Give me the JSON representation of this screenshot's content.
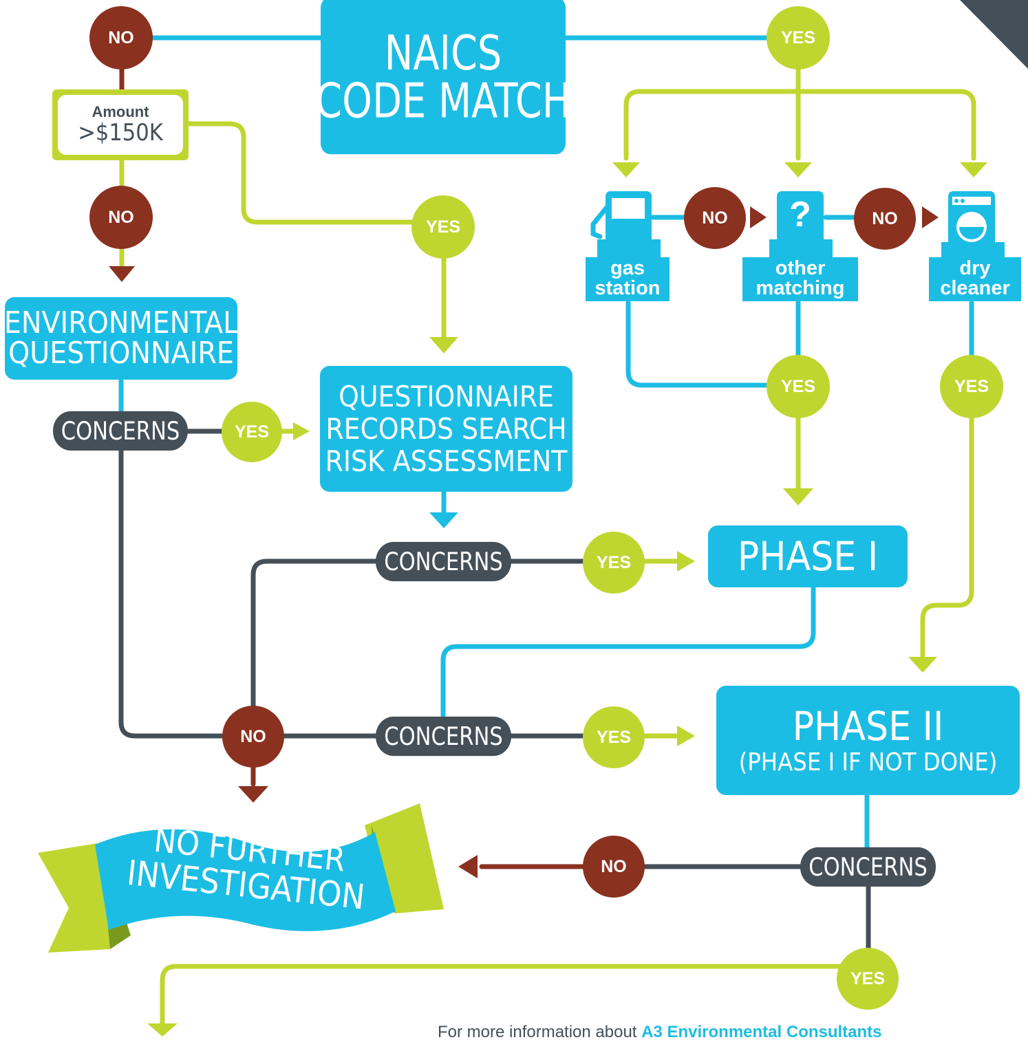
{
  "colors": {
    "blue": "#1cbde4",
    "green": "#c0d630",
    "brown": "#8a3120",
    "slate": "#444f58"
  },
  "boxes": {
    "naics_line1": "NAICS",
    "naics_line2": "CODE MATCH",
    "env_q_line1": "ENVIRONMENTAL",
    "env_q_line2": "QUESTIONNAIRE",
    "qrr_line1": "QUESTIONNAIRE",
    "qrr_line2": "RECORDS SEARCH",
    "qrr_line3": "RISK ASSESSMENT",
    "phase1": "PHASE I",
    "phase2_line1": "PHASE II",
    "phase2_line2": "(PHASE I IF NOT DONE)"
  },
  "amount": {
    "label": "Amount",
    "value": ">$150K"
  },
  "icons": {
    "gas_station_line1": "gas",
    "gas_station_line2": "station",
    "other_line1": "other",
    "other_line2": "matching",
    "other_symbol": "?",
    "dry_line1": "dry",
    "dry_line2": "cleaner",
    "gas_icon": "gas-pump-icon",
    "other_icon": "question-mark-icon",
    "dry_icon": "washing-machine-icon"
  },
  "decisions": {
    "concerns": "CONCERNS",
    "yes": "YES",
    "no": "NO"
  },
  "ribbon": {
    "line1": "NO FURTHER",
    "line2": "INVESTIGATION"
  },
  "footer": {
    "prefix": "For more information about ",
    "link": "A3 Environmental Consultants"
  }
}
